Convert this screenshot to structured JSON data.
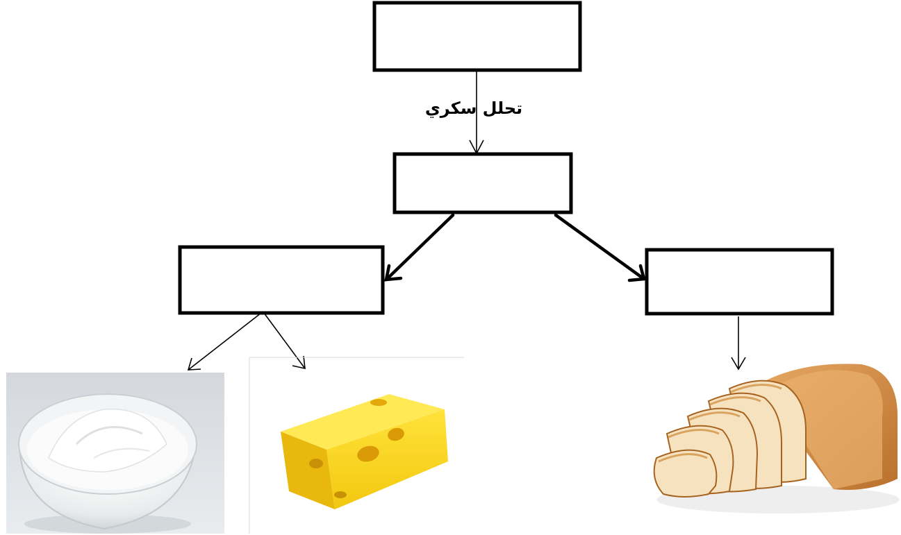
{
  "diagram": {
    "edge_label": "تحلل سكري",
    "boxes": {
      "top": "",
      "middle": "",
      "left": "",
      "right": ""
    },
    "images": [
      "yogurt",
      "cheese",
      "bread"
    ],
    "colors": {
      "line": "#000000",
      "cheese": "#f7d81c",
      "cheese_hole": "#e0a60c",
      "bread_crust": "#c8823e",
      "bread_crumb": "#f6e2bf",
      "bowl": "#eef0f0",
      "yogurt": "#fbfbfb"
    }
  }
}
